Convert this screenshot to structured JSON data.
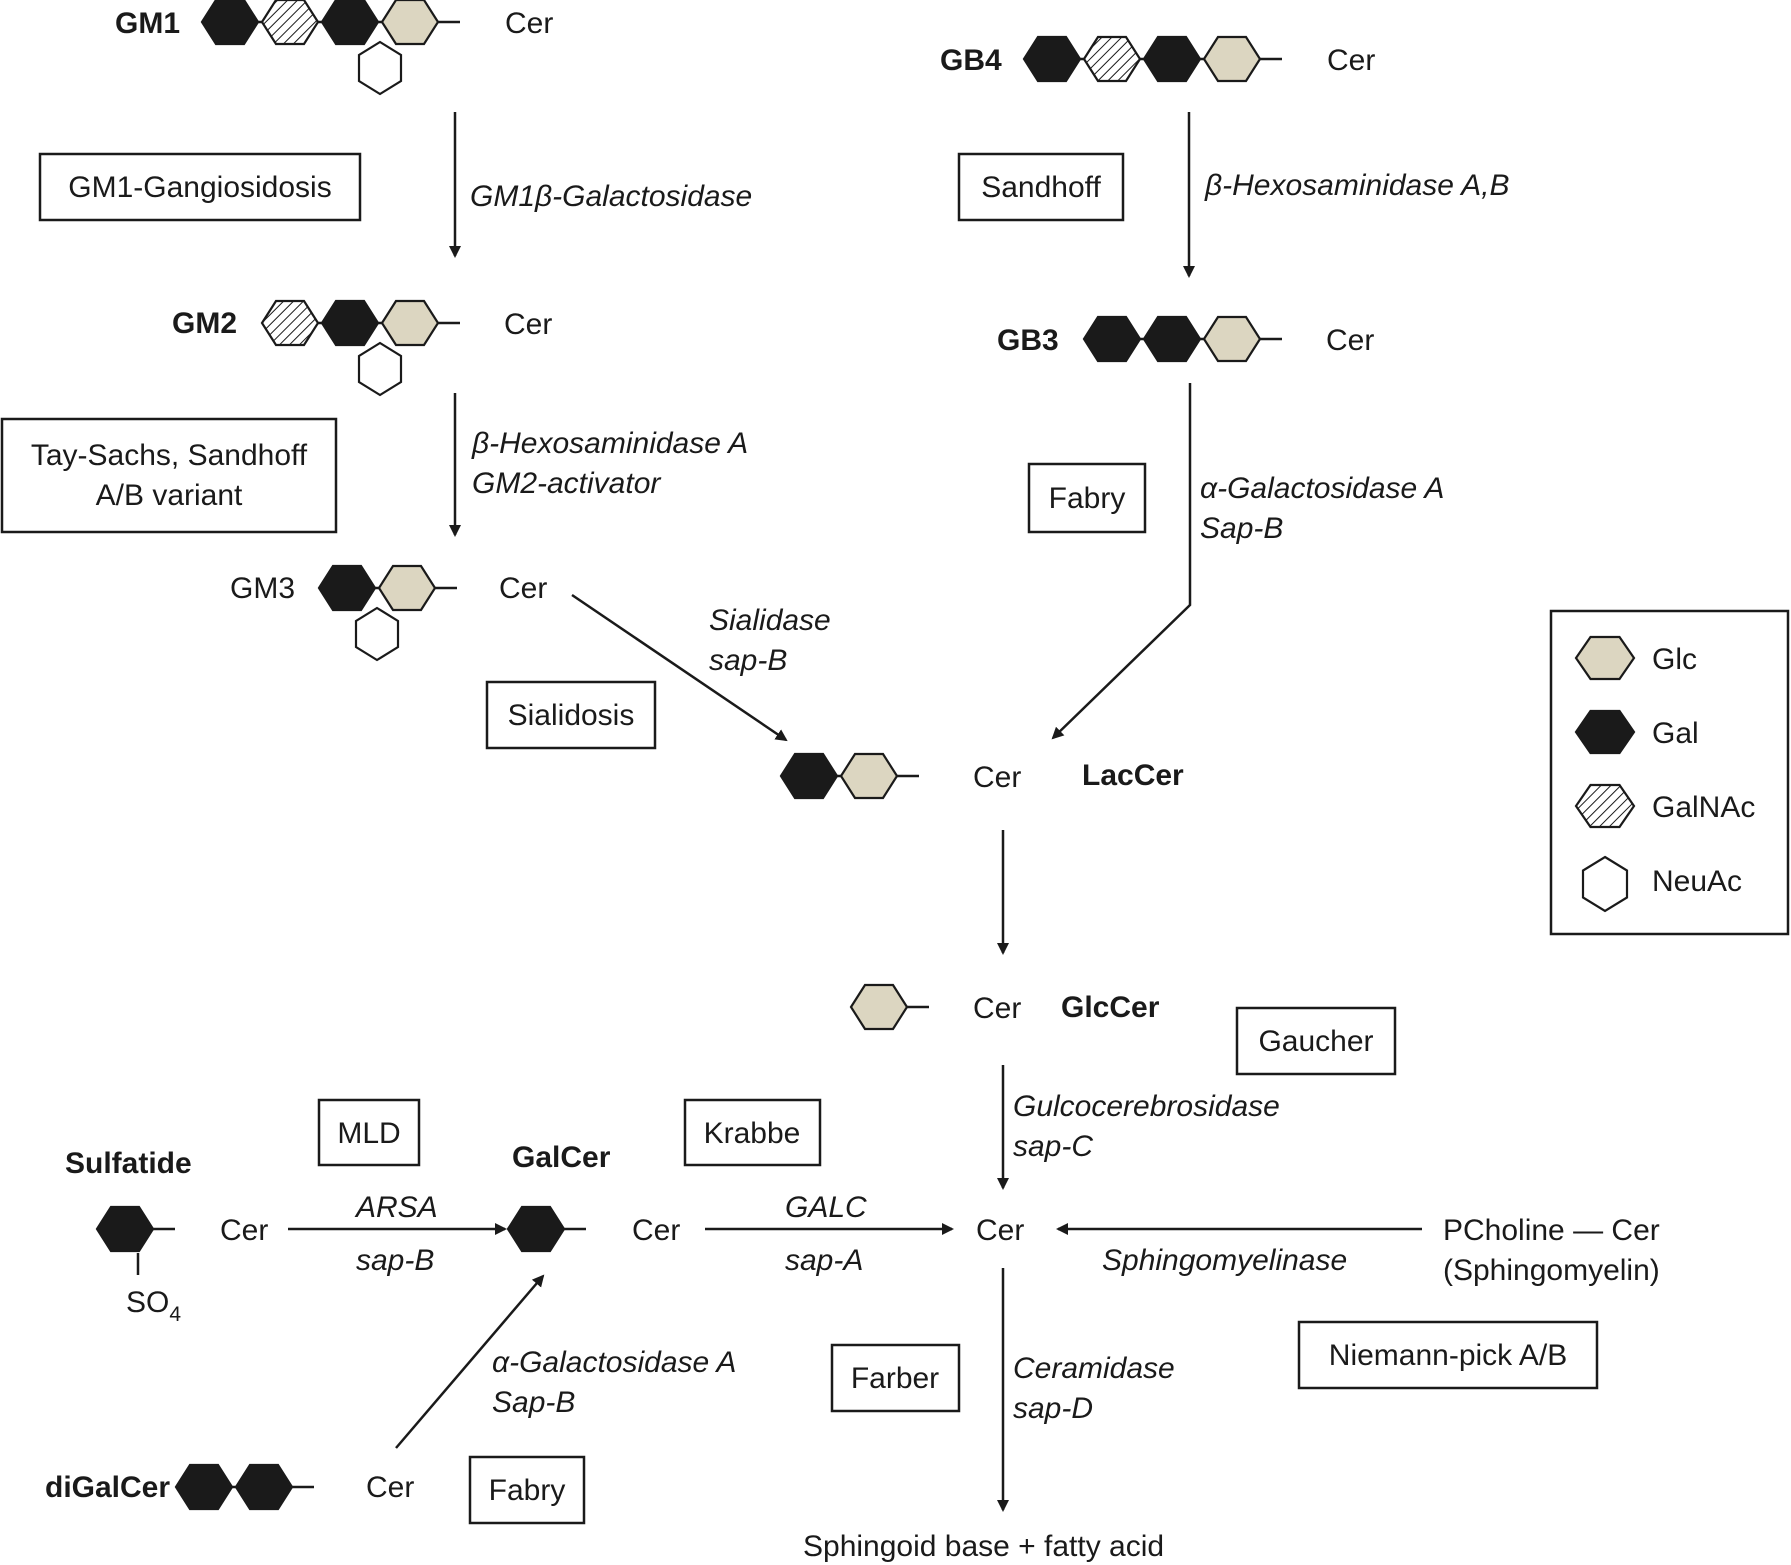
{
  "colors": {
    "glc": "#dcd6c1",
    "gal": "#1a1a1a",
    "neuac": "#ffffff",
    "stroke": "#1a1a1a"
  },
  "legend": {
    "items": [
      {
        "type": "glc",
        "label": "Glc"
      },
      {
        "type": "gal",
        "label": "Gal"
      },
      {
        "type": "galnac",
        "label": "GalNAc"
      },
      {
        "type": "neuac",
        "label": "NeuAc"
      }
    ]
  },
  "molecules": {
    "gm1": {
      "name": "GM1",
      "tail": "Cer",
      "chain": [
        "gal",
        "galnac",
        "gal",
        "glc"
      ],
      "branch": "neuac"
    },
    "gb4": {
      "name": "GB4",
      "tail": "Cer",
      "chain": [
        "gal",
        "galnac",
        "gal",
        "glc"
      ]
    },
    "gm2": {
      "name": "GM2",
      "tail": "Cer",
      "chain": [
        "galnac",
        "gal",
        "glc"
      ],
      "branch": "neuac"
    },
    "gb3": {
      "name": "GB3",
      "tail": "Cer",
      "chain": [
        "gal",
        "gal",
        "glc"
      ]
    },
    "gm3": {
      "name": "GM3",
      "tail": "Cer",
      "chain": [
        "gal",
        "glc"
      ],
      "branch": "neuac"
    },
    "laccer": {
      "name": "LacCer",
      "tail": "Cer",
      "chain": [
        "gal",
        "glc"
      ]
    },
    "glccer": {
      "name": "GlcCer",
      "tail": "Cer",
      "chain": [
        "glc"
      ]
    },
    "galcer": {
      "name": "GalCer",
      "tail": "Cer",
      "chain": [
        "gal"
      ]
    },
    "sulfatide": {
      "name": "Sulfatide",
      "tail": "Cer",
      "chain": [
        "gal"
      ],
      "so": "SO",
      "so_sub": "4"
    },
    "digalcer": {
      "name": "diGalCer",
      "tail": "Cer",
      "chain": [
        "gal",
        "gal"
      ]
    }
  },
  "cer_center": "Cer",
  "sphingomyelin": {
    "line1": "PCholine — Cer",
    "line2": "(Sphingomyelin)"
  },
  "product": "Sphingoid base + fatty acid",
  "enzymes": {
    "gm1": [
      "GM1β-Galactosidase"
    ],
    "gb4": [
      "β-Hexosaminidase A,B"
    ],
    "gm2": [
      "β-Hexosaminidase A",
      "GM2-activator"
    ],
    "gb3": [
      "α-Galactosidase A",
      "Sap-B"
    ],
    "gm3": [
      "Sialidase",
      "sap-B"
    ],
    "glccer": [
      "Gulcocerebrosidase",
      "sap-C"
    ],
    "sulfatide_top": "ARSA",
    "sulfatide_bottom": "sap-B",
    "galcer_top": "GALC",
    "galcer_bottom": "sap-A",
    "sphingomyelin": "Sphingomyelinase",
    "cer": [
      "Ceramidase",
      "sap-D"
    ],
    "digalcer": [
      "α-Galactosidase A",
      "Sap-B"
    ]
  },
  "diseases": {
    "gm1": [
      "GM1-Gangiosidosis"
    ],
    "sandhoff": [
      "Sandhoff"
    ],
    "taysachs": [
      "Tay-Sachs, Sandhoff",
      "A/B variant"
    ],
    "fabry_top": [
      "Fabry"
    ],
    "sialidosis": [
      "Sialidosis"
    ],
    "gaucher": [
      "Gaucher"
    ],
    "mld": [
      "MLD"
    ],
    "krabbe": [
      "Krabbe"
    ],
    "farber": [
      "Farber"
    ],
    "niemann": [
      "Niemann-pick A/B"
    ],
    "fabry_bottom": [
      "Fabry"
    ]
  }
}
